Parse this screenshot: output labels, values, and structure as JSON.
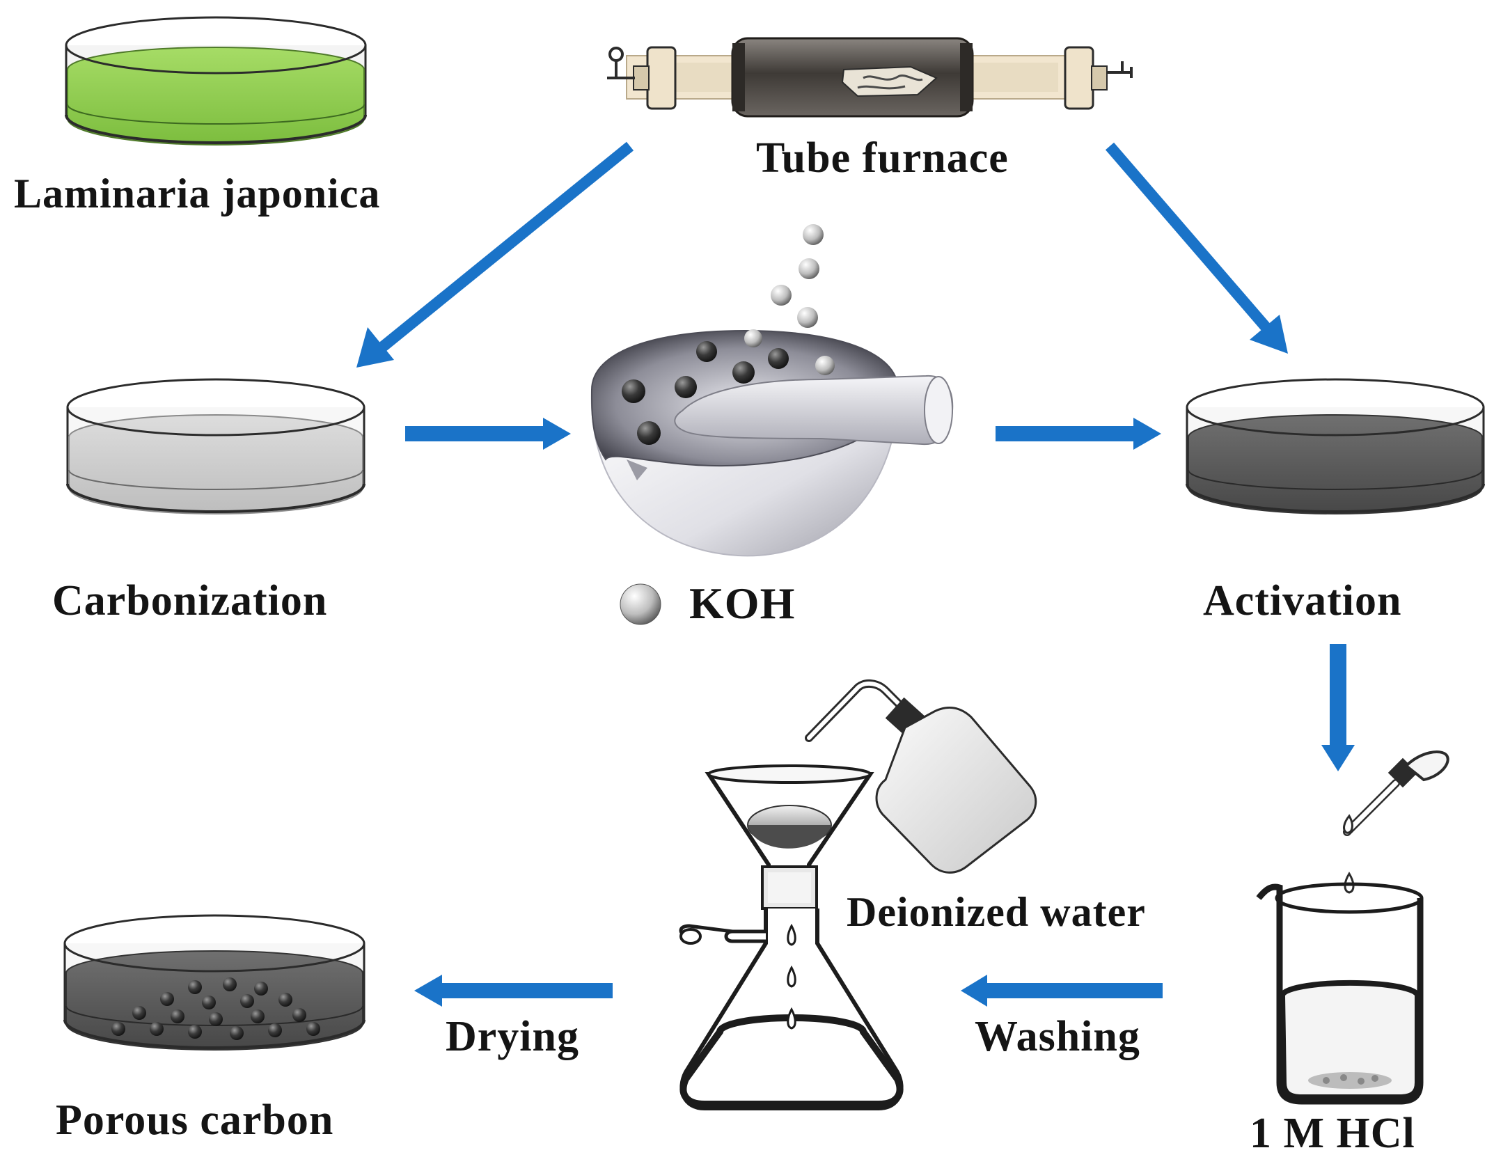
{
  "diagram": {
    "labels": {
      "laminaria": "Laminaria japonica",
      "tube_furnace": "Tube furnace",
      "carbonization": "Carbonization",
      "koh": "KOH",
      "activation": "Activation",
      "deionized_water": "Deionized water",
      "porous_carbon": "Porous carbon",
      "drying": "Drying",
      "washing": "Washing",
      "hcl": "1 M HCl"
    },
    "colors": {
      "arrow": "#1a73c8",
      "laminaria_fill": "#8fce4e",
      "carbonization_fill": "#cfcfcf",
      "activation_fill": "#5e5e5e",
      "porous_fill": "#5a5a5a"
    }
  }
}
